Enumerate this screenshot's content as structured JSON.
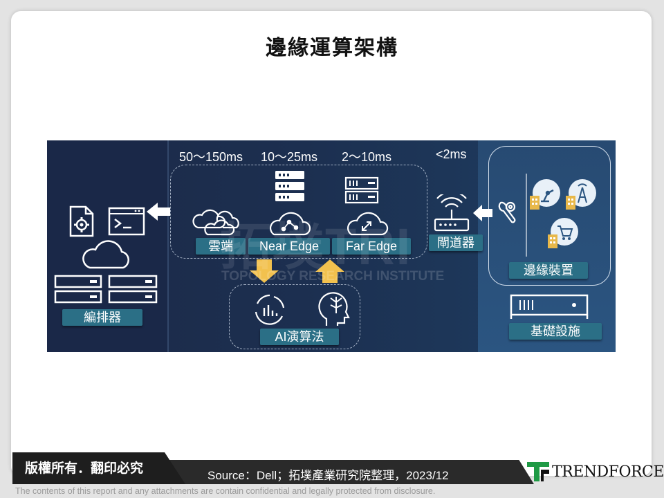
{
  "page": {
    "title": "邊緣運算架構"
  },
  "latency": {
    "cloud": "50～150ms",
    "near_edge": "10～25ms",
    "far_edge": "2～10ms",
    "gateway": "<2ms"
  },
  "labels": {
    "orchestrator": "編排器",
    "cloud": "雲端",
    "near_edge": "Near Edge",
    "far_edge": "Far Edge",
    "gateway": "閘道器",
    "edge_devices": "邊緣裝置",
    "infrastructure": "基礎設施",
    "ai_algorithm": "AI演算法"
  },
  "watermark": {
    "brand": "拓墣TRI",
    "institute": "TOPOLOGY RESEARCH INSTITUTE"
  },
  "footer": {
    "copyright": "版權所有．翻印必究",
    "source": "Source：Dell；拓墣產業研究院整理，2023/12",
    "logo": "TRENDFORCE",
    "disclaimer": "The contents of this report and any attachments are contain confidential and legally protected from disclosure."
  },
  "colors": {
    "label_bg": "#2b6f86",
    "arrow_gold": "#f2c14e",
    "diagram_bg": "#1c2f50"
  }
}
